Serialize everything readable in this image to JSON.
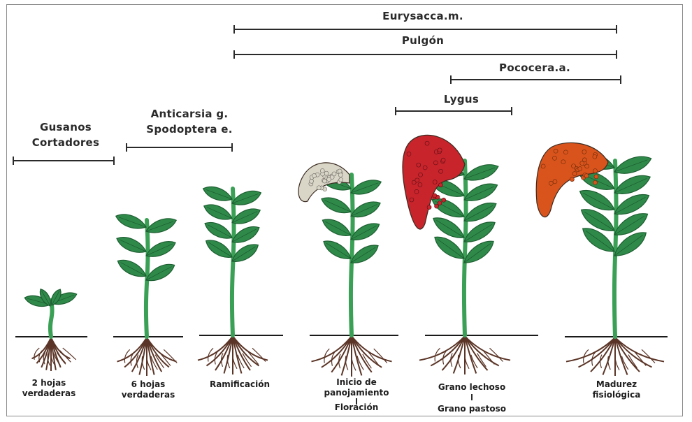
{
  "pests": [
    {
      "id": "eurysacca",
      "label": "Eurysacca.m."
    },
    {
      "id": "pulgon",
      "label": "Pulgón"
    },
    {
      "id": "pococera",
      "label": "Pococera.a."
    },
    {
      "id": "lygus",
      "label": "Lygus"
    },
    {
      "id": "anticarsia",
      "lines": [
        "Anticarsia g.",
        "Spodoptera e."
      ]
    },
    {
      "id": "gusanos",
      "lines": [
        "Gusanos",
        "Cortadores"
      ]
    }
  ],
  "stages": [
    {
      "id": "2-hojas",
      "lines": [
        "2 hojas",
        "verdaderas"
      ]
    },
    {
      "id": "6-hojas",
      "lines": [
        "6 hojas",
        "verdaderas"
      ]
    },
    {
      "id": "ramificacion",
      "lines": [
        "Ramificación"
      ]
    },
    {
      "id": "inicio",
      "lines": [
        "Inicio de",
        "panojamiento",
        "Floración"
      ]
    },
    {
      "id": "grano",
      "lines": [
        "Grano lechoso",
        "Grano pastoso"
      ]
    },
    {
      "id": "madurez",
      "lines": [
        "Madurez",
        "fisiológica"
      ]
    }
  ],
  "colors": {
    "leaf": "#2f8a4a",
    "leaf_dark": "#1d5e31",
    "stem": "#3aa055",
    "root": "#5a3426",
    "panicle_white": "#d9d6c8",
    "panicle_red": "#c8242c",
    "panicle_orange": "#d9541c",
    "line": "#2a2a2a"
  }
}
